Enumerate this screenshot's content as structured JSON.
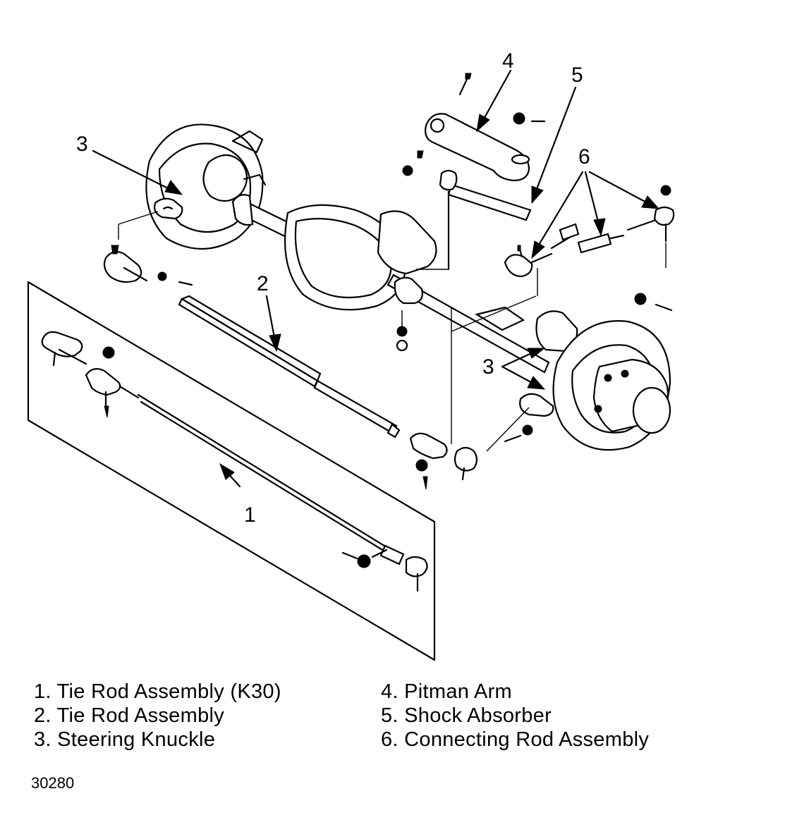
{
  "callouts": {
    "c1": "1",
    "c2": "2",
    "c3_left": "3",
    "c3_right": "3",
    "c4": "4",
    "c5": "5",
    "c6": "6"
  },
  "legend": {
    "left": [
      "1. Tie Rod Assembly (K30)",
      "2. Tie Rod Assembly",
      "3. Steering Knuckle"
    ],
    "right": [
      "4. Pitman Arm",
      "5. Shock Absorber",
      "6. Connecting Rod Assembly"
    ]
  },
  "figure_id": "30280"
}
